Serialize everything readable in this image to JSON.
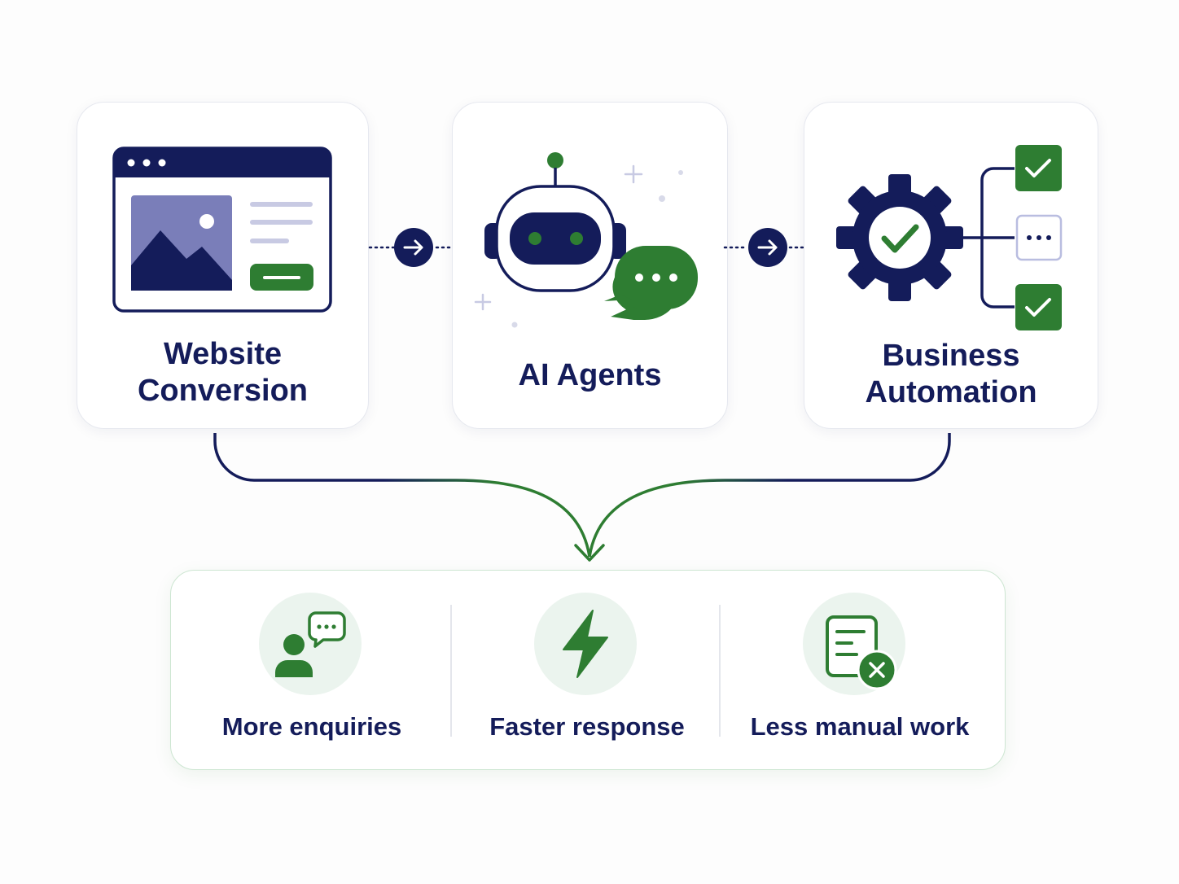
{
  "colors": {
    "navy": "#141c5a",
    "green": "#2e7d32",
    "lavender": "#6f72b0"
  },
  "stages": [
    {
      "title_line1": "Website",
      "title_line2": "Conversion",
      "icon": "browser-window-icon"
    },
    {
      "title": "AI Agents",
      "icon": "robot-chat-icon"
    },
    {
      "title_line1": "Business",
      "title_line2": "Automation",
      "icon": "gear-checklist-icon"
    }
  ],
  "benefits": [
    {
      "label": "More enquiries",
      "icon": "user-chat-icon"
    },
    {
      "label": "Faster response",
      "icon": "lightning-icon"
    },
    {
      "label": "Less manual work",
      "icon": "document-x-icon"
    }
  ]
}
